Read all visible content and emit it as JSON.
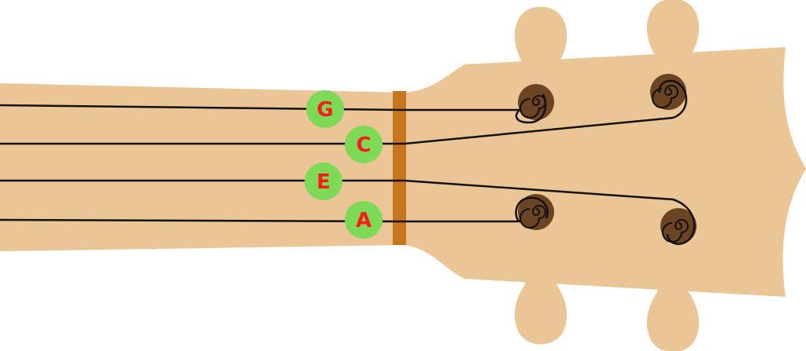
{
  "diagram": {
    "strings": [
      {
        "note": "G"
      },
      {
        "note": "C"
      },
      {
        "note": "E"
      },
      {
        "note": "A"
      }
    ]
  },
  "colors": {
    "wood": "#eac696",
    "nut": "#c8761e",
    "string": "#111111",
    "peg": "#6b4423",
    "note_circle": "#7ed957",
    "note_text": "#ff1a1a"
  }
}
